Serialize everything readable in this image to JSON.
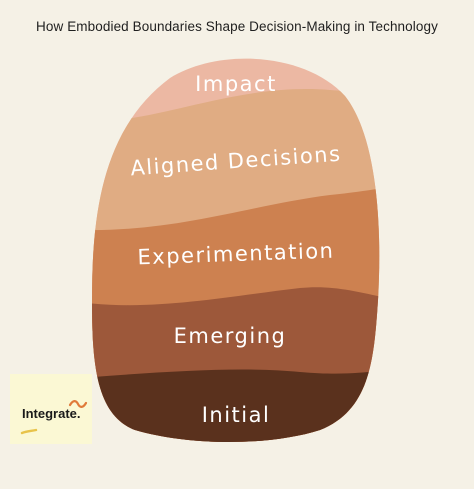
{
  "title": "How Embodied Boundaries Shape Decision-Making in Technology",
  "layers": [
    {
      "label": "Impact",
      "color": "#ecb8a3"
    },
    {
      "label": "Aligned Decisions",
      "color": "#e0ac83"
    },
    {
      "label": "Experimentation",
      "color": "#cd8150"
    },
    {
      "label": "Emerging",
      "color": "#9d583a"
    },
    {
      "label": "Initial",
      "color": "#5a311d"
    }
  ],
  "logo": {
    "text": "Integrate.",
    "accent_color": "#e07a3a",
    "underline_color": "#e8c34a",
    "card_color": "#fbf8d4"
  }
}
